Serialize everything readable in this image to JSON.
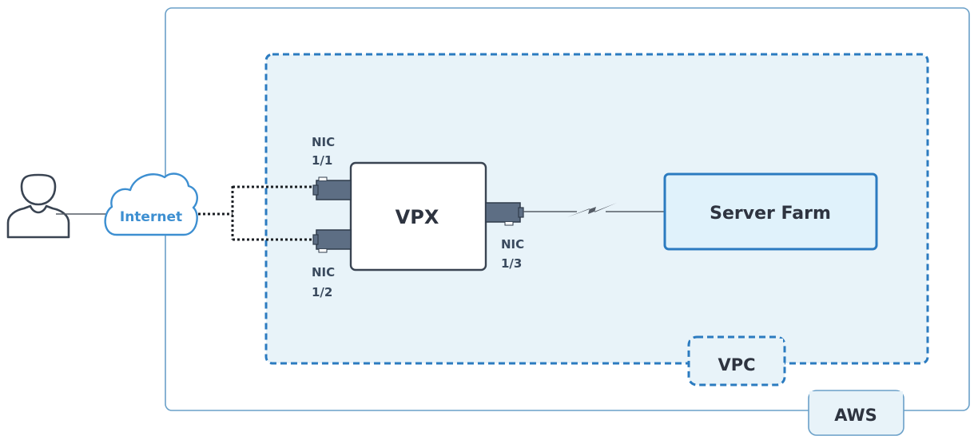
{
  "labels": {
    "internet": "Internet",
    "vpx": "VPX",
    "server_farm": "Server Farm",
    "vpc": "VPC",
    "aws": "AWS",
    "nic_1_1": [
      "NIC",
      "1/1"
    ],
    "nic_1_2": [
      "NIC",
      "1/2"
    ],
    "nic_1_3": [
      "NIC",
      "1/3"
    ]
  },
  "icons": {
    "user": "user-icon",
    "cloud": "cloud-icon",
    "port": "network-port-icon",
    "link": "lightning-link-icon"
  },
  "colors": {
    "aws_border": "#6aa0c8",
    "vpc_border": "#2b7bc0",
    "vpc_fill": "#e8f3f9",
    "server_border": "#2b7bc0",
    "server_fill": "#e0f2fb",
    "tag_fill": "#e8f3f9",
    "port_fill": "#5d6e84",
    "text": "#2e3440",
    "nic_text": "#3a4a5e"
  }
}
